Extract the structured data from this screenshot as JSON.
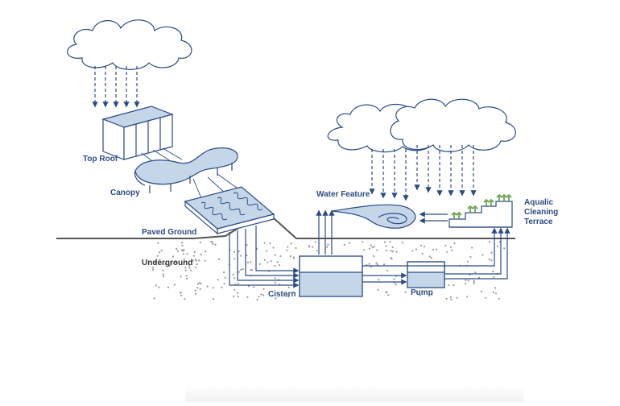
{
  "labels": {
    "top_roof": "Top Roof",
    "canopy": "Canopy",
    "paved_ground": "Paved Ground",
    "underground": "Underground",
    "water_feature": "Water Feature",
    "cistern": "Cistern",
    "pump": "Pump",
    "terrace": [
      "Aqualic",
      "Cleaning",
      "Terrace"
    ]
  },
  "colors": {
    "outline": "#2b4c86",
    "water_fill": "#c5d6e8",
    "ground_line": "#555555",
    "soil_dots": "#999999",
    "plant": "#5a9a3a"
  },
  "icons": [
    "cloud-icon",
    "rain-arrow-icon",
    "plant-icon"
  ]
}
